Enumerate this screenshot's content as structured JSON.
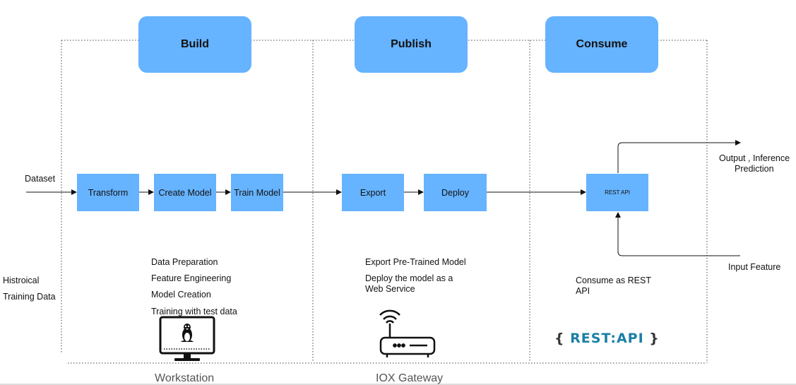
{
  "stages": {
    "build": "Build",
    "publish": "Publish",
    "consume": "Consume"
  },
  "inputs": {
    "dataset": "Dataset",
    "historical_line1": "Histroical",
    "historical_line2": "Training Data"
  },
  "steps": {
    "transform": "Transform",
    "create_model": "Create Model",
    "train_model": "Train Model",
    "export": "Export",
    "deploy": "Deploy",
    "rest_api": "REST API"
  },
  "outputs": {
    "output_line1": "Output , Inference",
    "output_line2": "Prediction",
    "input_feature": "Input Feature"
  },
  "build_notes": [
    "Data Preparation",
    "Feature Engineering",
    "Model Creation",
    "Training with test data"
  ],
  "publish_notes": {
    "line1": "Export Pre-Trained Model",
    "line2": "Deploy the model as a",
    "line3": "Web Service"
  },
  "consume_notes": {
    "line1": "Consume as REST",
    "line2": "API"
  },
  "footers": {
    "workstation": "Workstation",
    "gateway": "IOX Gateway"
  },
  "logo": {
    "brace_open": "{",
    "text": "REST:API",
    "brace_close": "}"
  },
  "icons": [
    "linux-monitor-icon",
    "router-icon"
  ],
  "colors": {
    "box_blue": "#66b3ff",
    "logo_blue": "#1a7fa6"
  }
}
